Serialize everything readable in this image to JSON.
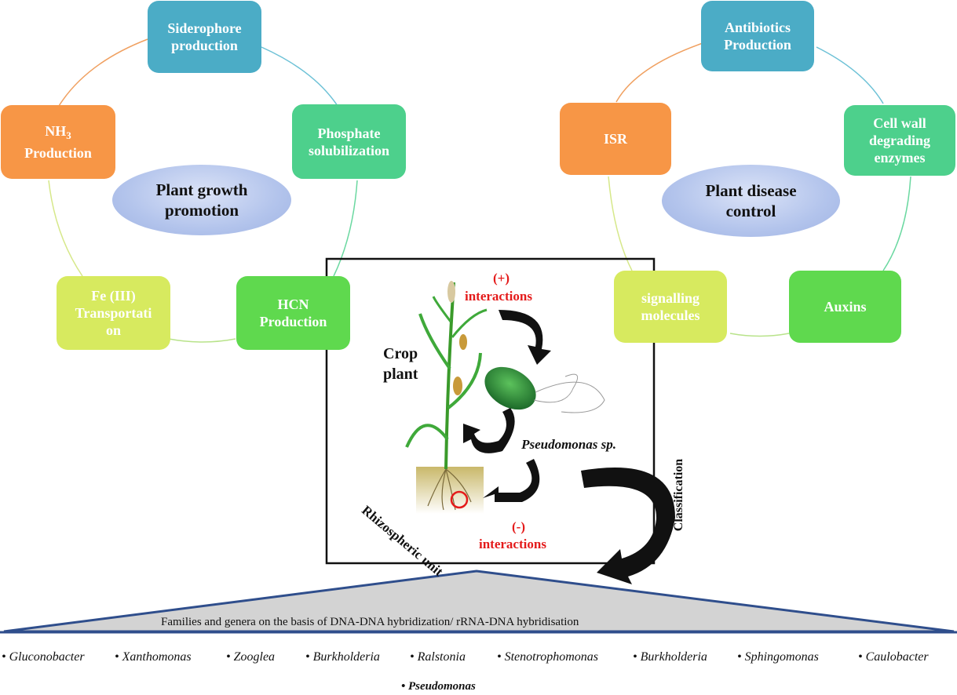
{
  "left_cycle": {
    "center": "Plant growth promotion",
    "siderophore": "Siderophore production",
    "phosphate": "Phosphate solubilization",
    "nh3_prefix": "NH",
    "nh3_sub": "3",
    "nh3_suffix": "Production",
    "fe": "Fe (III) Transportati on",
    "hcn": "HCN Production"
  },
  "right_cycle": {
    "center": "Plant disease control",
    "antibiotics": "Antibiotics Production",
    "isr": "ISR",
    "cellwall": "Cell wall degrading enzymes",
    "signalling": "signalling molecules",
    "auxins": "Auxins"
  },
  "center_panel": {
    "pos_sign": "(+)",
    "pos_text": "interactions",
    "crop_plant": "Crop plant",
    "pseudomonas": "Pseudomonas sp.",
    "rhizospheric": "Rhizospheric unit",
    "neg_sign": "(-)",
    "neg_text": "interactions",
    "classification": "Classification"
  },
  "families_label": "Families and genera on the basis of  DNA-DNA  hybridization/   rRNA-DNA hybridisation",
  "genera": [
    "• Gluconobacter",
    "• Xanthomonas",
    "• Zooglea",
    "• Burkholderia",
    "• Ralstonia",
    "• Stenotrophomonas",
    "• Burkholderia",
    "• Sphingomonas",
    "• Caulobacter"
  ],
  "last_genus": "• Pseudomonas",
  "colors": {
    "blue": "#4bacc6",
    "teal": "#4dd08c",
    "orange": "#f79646",
    "yellow": "#d7ea5f",
    "green": "#5fd94e",
    "interaction_red": "#e41b1b"
  }
}
